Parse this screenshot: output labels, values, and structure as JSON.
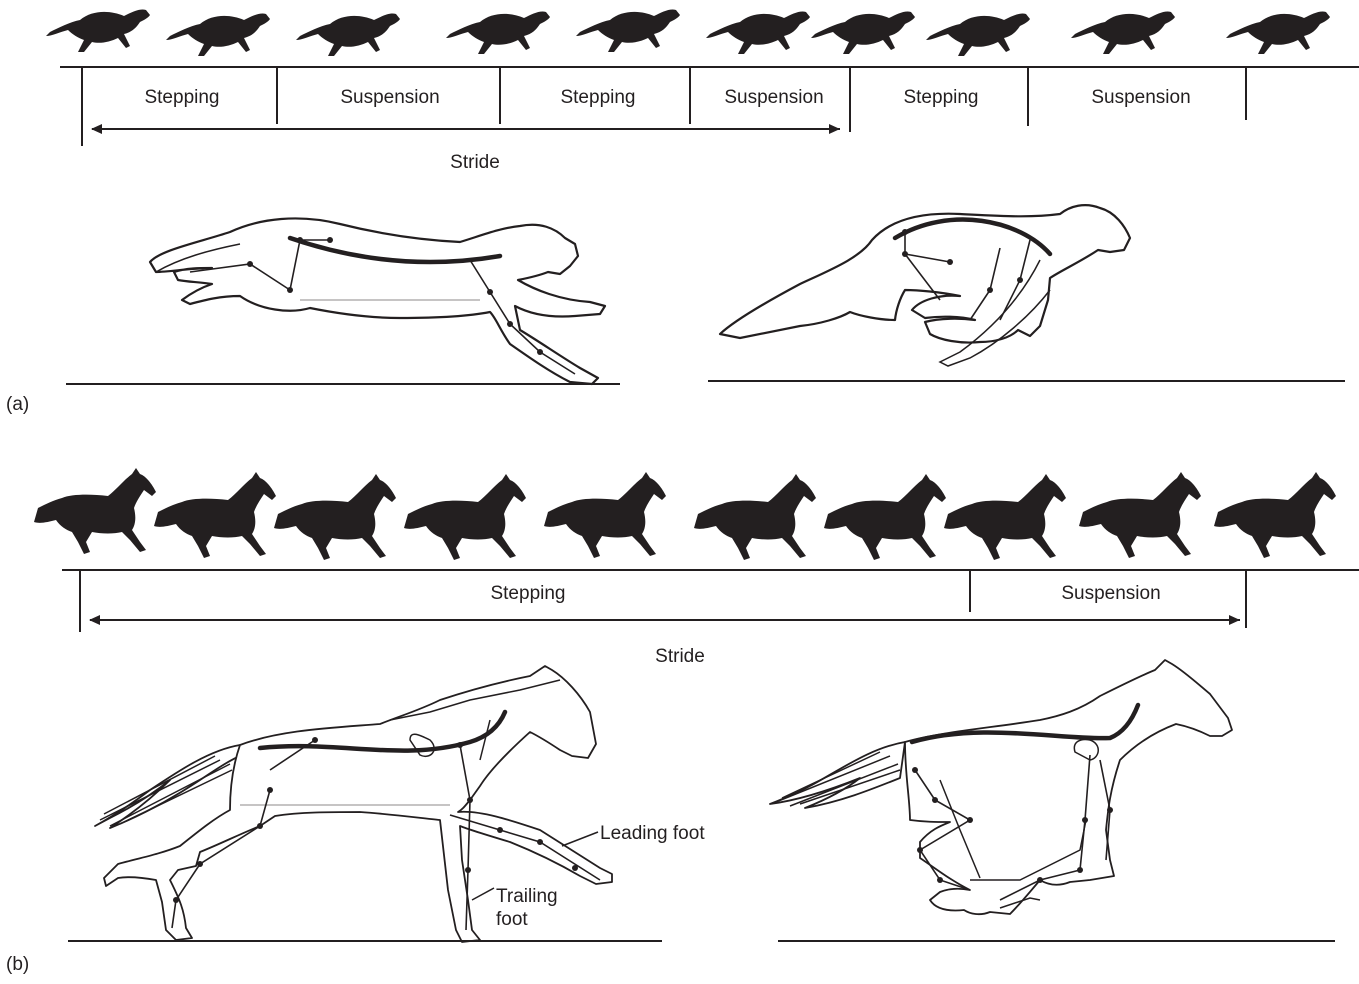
{
  "cheetah": {
    "phases": [
      "Stepping",
      "Suspension",
      "Stepping",
      "Suspension",
      "Stepping",
      "Suspension"
    ],
    "stride_label": "Stride",
    "panel_label": "(a)"
  },
  "horse": {
    "phases": [
      "Stepping",
      "Suspension"
    ],
    "stride_label": "Stride",
    "panel_label": "(b)",
    "leading_foot": "Leading foot",
    "trailing_foot_line1": "Trailing",
    "trailing_foot_line2": "foot"
  },
  "colors": {
    "ink": "#231f20",
    "background": "#ffffff"
  }
}
